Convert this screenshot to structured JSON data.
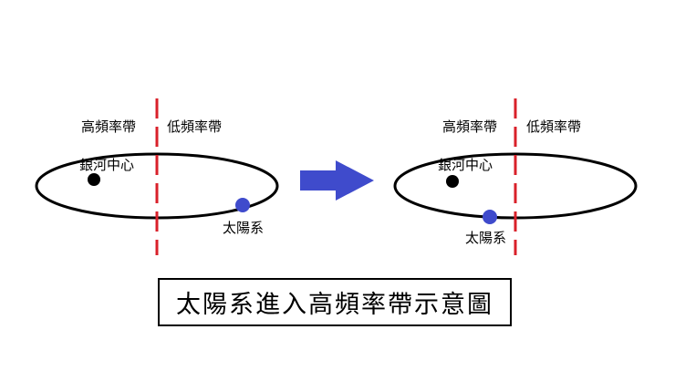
{
  "before": {
    "high_freq_label": "高頻率帶",
    "low_freq_label": "低頻率帶",
    "galactic_center_label": "銀河中心",
    "solar_system_label": "太陽系"
  },
  "after": {
    "high_freq_label": "高頻率帶",
    "low_freq_label": "低頻率帶",
    "galactic_center_label": "銀河中心",
    "solar_system_label": "太陽系"
  },
  "caption": "太陽系進入高頻率帶示意圖",
  "colors": {
    "divider": "#d9202a",
    "arrow": "#3f4bcc",
    "solar_system": "#3f4bcc",
    "galactic_center": "#000000",
    "outline": "#000000"
  }
}
